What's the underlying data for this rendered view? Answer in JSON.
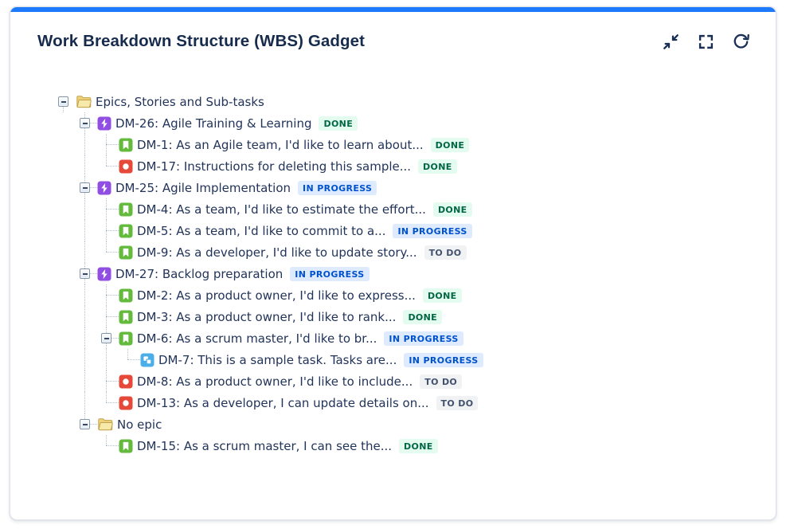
{
  "card": {
    "title": "Work Breakdown Structure (WBS) Gadget",
    "accent_color": "#1D7AFC",
    "toolbar": {
      "minimize_label": "Minimize",
      "fullscreen_label": "Full screen",
      "refresh_label": "Refresh"
    }
  },
  "statuses": {
    "DONE": {
      "bg": "#E3FCEF",
      "fg": "#006644"
    },
    "IN PROGRESS": {
      "bg": "#DEEBFF",
      "fg": "#0052CC"
    },
    "TO DO": {
      "bg": "#F1F2F4",
      "fg": "#42526E"
    }
  },
  "issue_type_colors": {
    "epic": "#904EE2",
    "story": "#63BA3C",
    "bug": "#E5493A",
    "subtask": "#4BAEE8",
    "folder_fill": "#EED27A",
    "folder_front": "#F7E9A9",
    "folder_stroke": "#C3A24C"
  },
  "tree": {
    "rows": [
      {
        "level": 0,
        "type": "folder",
        "label": "Epics, Stories and Sub-tasks",
        "status": null,
        "toggle": true
      },
      {
        "level": 1,
        "type": "epic",
        "label": "DM-26: Agile Training & Learning",
        "status": "DONE",
        "toggle": true
      },
      {
        "level": 2,
        "type": "story",
        "label": "DM-1: As an Agile team, I'd like to learn about...",
        "status": "DONE",
        "toggle": false
      },
      {
        "level": 2,
        "type": "bug",
        "label": "DM-17: Instructions for deleting this sample...",
        "status": "DONE",
        "toggle": false
      },
      {
        "level": 1,
        "type": "epic",
        "label": "DM-25: Agile Implementation",
        "status": "IN PROGRESS",
        "toggle": true
      },
      {
        "level": 2,
        "type": "story",
        "label": "DM-4: As a team, I'd like to estimate the effort...",
        "status": "DONE",
        "toggle": false
      },
      {
        "level": 2,
        "type": "story",
        "label": "DM-5: As a team, I'd like to commit to a...",
        "status": "IN PROGRESS",
        "toggle": false
      },
      {
        "level": 2,
        "type": "story",
        "label": "DM-9: As a developer, I'd like to update story...",
        "status": "TO DO",
        "toggle": false
      },
      {
        "level": 1,
        "type": "epic",
        "label": "DM-27: Backlog preparation",
        "status": "IN PROGRESS",
        "toggle": true
      },
      {
        "level": 2,
        "type": "story",
        "label": "DM-2: As a product owner, I'd like to express...",
        "status": "DONE",
        "toggle": false
      },
      {
        "level": 2,
        "type": "story",
        "label": "DM-3: As a product owner, I'd like to rank...",
        "status": "DONE",
        "toggle": false
      },
      {
        "level": 2,
        "type": "story",
        "label": "DM-6: As a scrum master, I'd like to br...",
        "status": "IN PROGRESS",
        "toggle": true
      },
      {
        "level": 3,
        "type": "subtask",
        "label": "DM-7: This is a sample task. Tasks are...",
        "status": "IN PROGRESS",
        "toggle": false
      },
      {
        "level": 2,
        "type": "bug",
        "label": "DM-8: As a product owner, I'd like to include...",
        "status": "TO DO",
        "toggle": false
      },
      {
        "level": 2,
        "type": "bug",
        "label": "DM-13: As a developer, I can update details on...",
        "status": "TO DO",
        "toggle": false
      },
      {
        "level": 1,
        "type": "folder",
        "label": "No epic",
        "status": null,
        "toggle": true
      },
      {
        "level": 2,
        "type": "story",
        "label": "DM-15: As a scrum master, I can see the...",
        "status": "DONE",
        "toggle": false
      }
    ]
  }
}
